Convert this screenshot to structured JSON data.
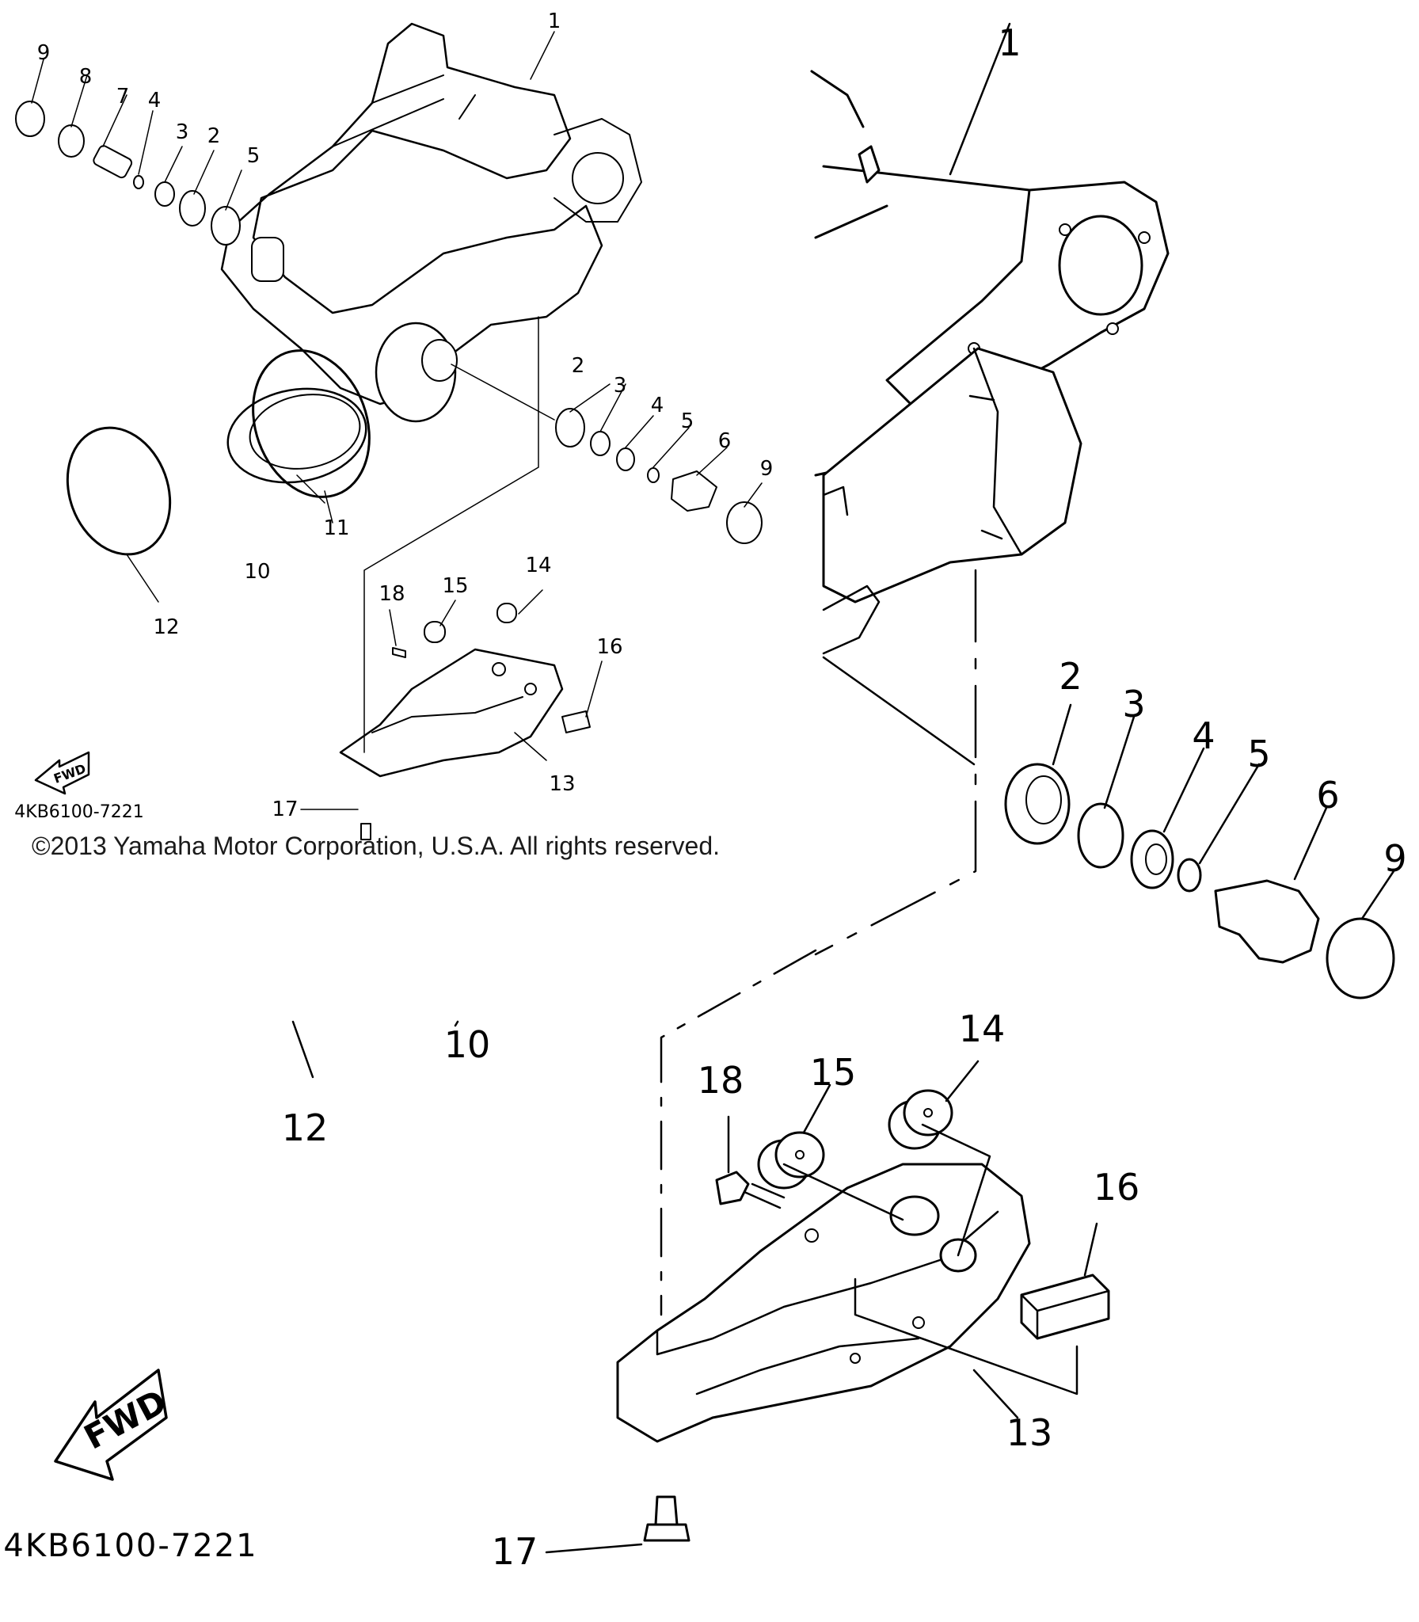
{
  "diagram": {
    "overview_labels": [
      "1",
      "2",
      "3",
      "4",
      "5",
      "6",
      "7",
      "8",
      "9",
      "10",
      "11",
      "12",
      "13",
      "14",
      "15",
      "16",
      "17",
      "18",
      "2",
      "3",
      "4",
      "5",
      "9"
    ],
    "fwd_text": "FWD",
    "part_code": "4KB6100-7221",
    "copyright": "©2013 Yamaha Motor Corporation, U.S.A. All rights reserved.",
    "zoom_labels": [
      "1",
      "2",
      "3",
      "4",
      "5",
      "6",
      "9",
      "10",
      "12",
      "13",
      "14",
      "15",
      "16",
      "17",
      "18"
    ]
  }
}
